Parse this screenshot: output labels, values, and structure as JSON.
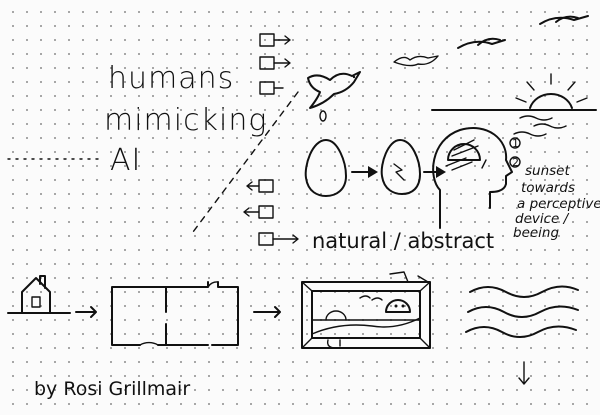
{
  "title": {
    "line1": "humans",
    "line2": "mimicking",
    "line3": "AI"
  },
  "labels": {
    "natural_abstract": "natural / abstract",
    "marker_1": "1",
    "marker_2": "2"
  },
  "note": {
    "line1": "sunset",
    "line2": "towards",
    "line3": "a perceptive",
    "line4": "device /",
    "line5": "beeing"
  },
  "credit": "by Rosi Grillmair",
  "icons": [
    "bird-icon",
    "house-icon",
    "egg-icon",
    "head-icon",
    "sunset-icon",
    "picture-frame-icon",
    "arrow-icon",
    "wave-icon"
  ]
}
